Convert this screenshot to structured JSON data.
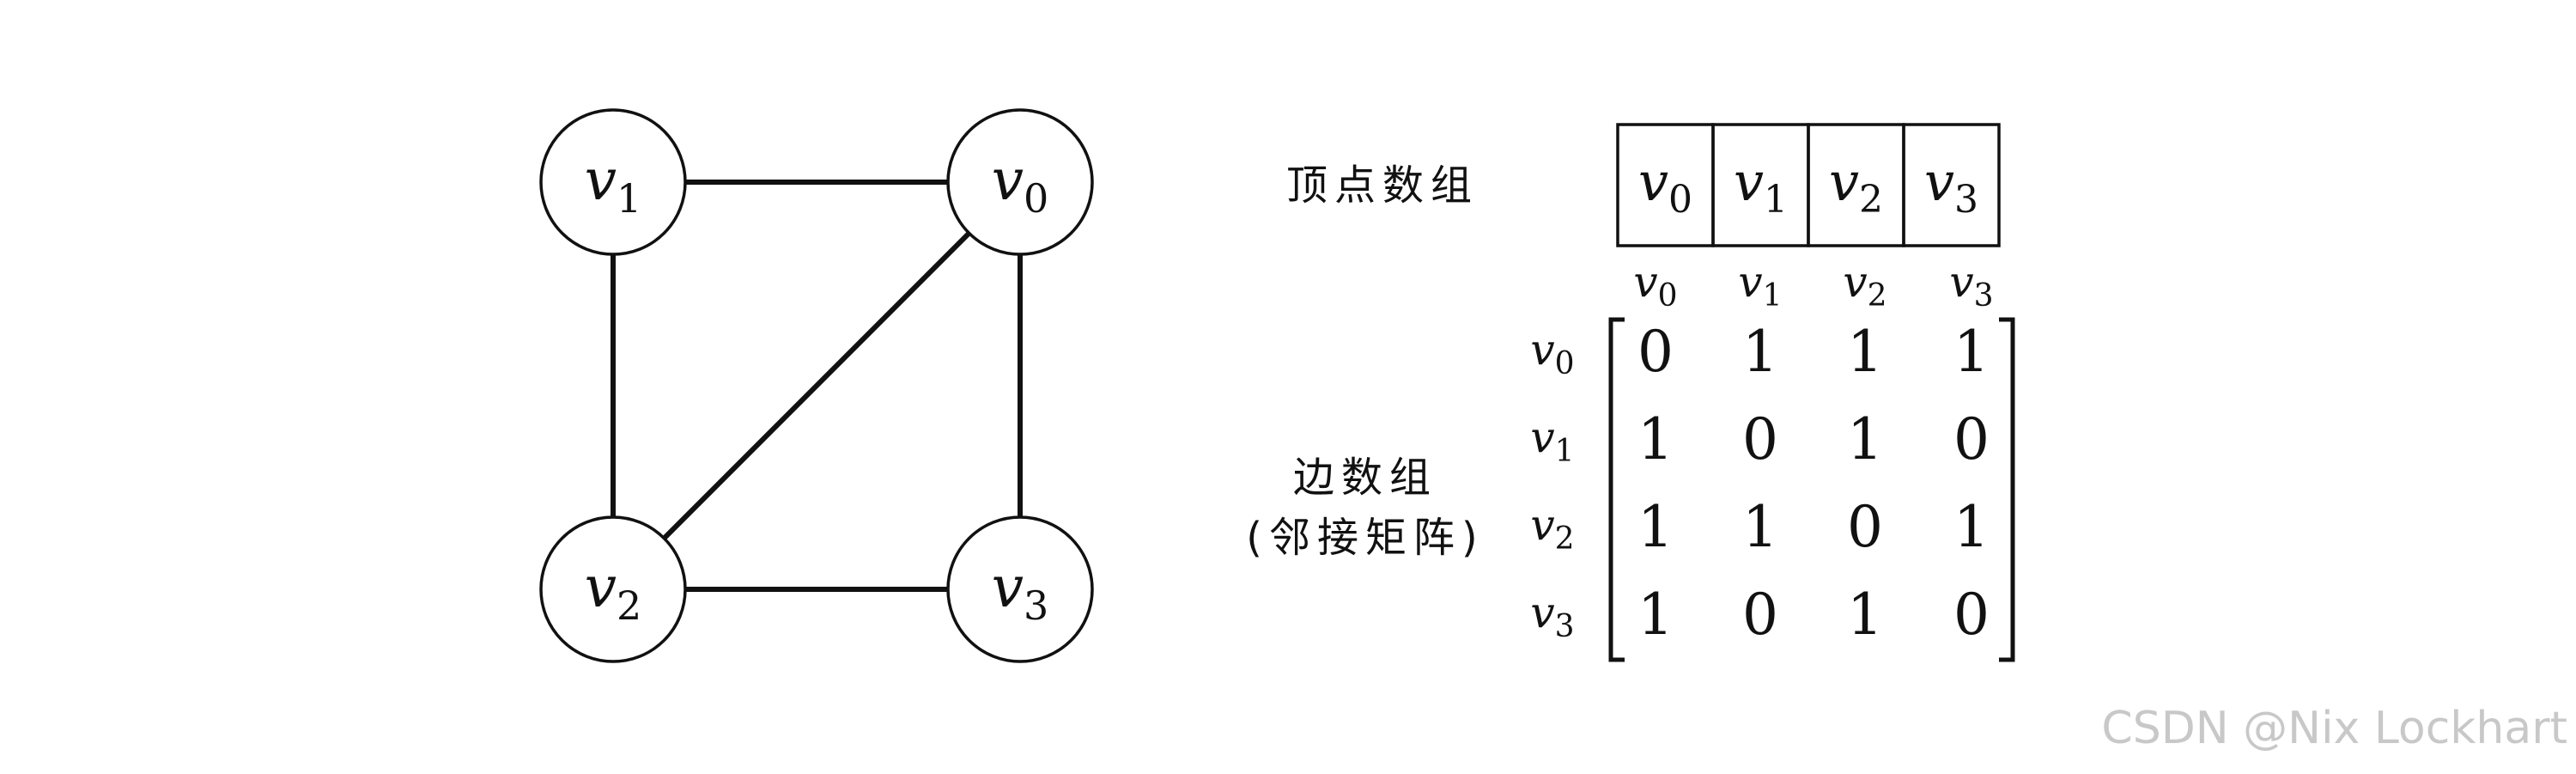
{
  "graph": {
    "nodes": [
      {
        "id": "v0",
        "base": "v",
        "sub": "0"
      },
      {
        "id": "v1",
        "base": "v",
        "sub": "1"
      },
      {
        "id": "v2",
        "base": "v",
        "sub": "2"
      },
      {
        "id": "v3",
        "base": "v",
        "sub": "3"
      }
    ],
    "edges": [
      [
        "v1",
        "v0"
      ],
      [
        "v1",
        "v2"
      ],
      [
        "v0",
        "v2"
      ],
      [
        "v0",
        "v3"
      ],
      [
        "v2",
        "v3"
      ]
    ]
  },
  "vertex_array": {
    "label": "顶点数组",
    "cells": [
      {
        "base": "v",
        "sub": "0"
      },
      {
        "base": "v",
        "sub": "1"
      },
      {
        "base": "v",
        "sub": "2"
      },
      {
        "base": "v",
        "sub": "3"
      }
    ]
  },
  "edge_array": {
    "label_line1": "边数组",
    "label_line2": "(邻接矩阵)",
    "col_headers": [
      {
        "base": "v",
        "sub": "0"
      },
      {
        "base": "v",
        "sub": "1"
      },
      {
        "base": "v",
        "sub": "2"
      },
      {
        "base": "v",
        "sub": "3"
      }
    ],
    "row_headers": [
      {
        "base": "v",
        "sub": "0"
      },
      {
        "base": "v",
        "sub": "1"
      },
      {
        "base": "v",
        "sub": "2"
      },
      {
        "base": "v",
        "sub": "3"
      }
    ],
    "matrix": [
      [
        0,
        1,
        1,
        1
      ],
      [
        1,
        0,
        1,
        0
      ],
      [
        1,
        1,
        0,
        1
      ],
      [
        1,
        0,
        1,
        0
      ]
    ]
  },
  "watermark": "CSDN @Nix Lockhart"
}
